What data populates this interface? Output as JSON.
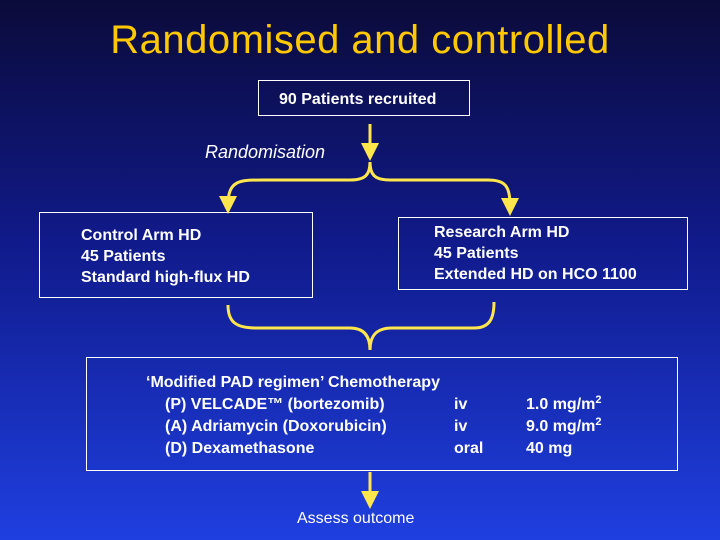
{
  "title": "Randomised and controlled",
  "recruited": "90 Patients recruited",
  "randomisation": "Randomisation",
  "control_arm": {
    "line1": "Control Arm HD",
    "line2": "45 Patients",
    "line3": "Standard high-flux HD"
  },
  "research_arm": {
    "line1": "Research Arm HD",
    "line2": "45 Patients",
    "line3": "Extended HD on HCO 1100"
  },
  "chemo": {
    "heading": "‘Modified PAD regimen’ Chemotherapy",
    "rows": [
      {
        "drug": "(P) VELCADE™ (bortezomib)",
        "route": "iv",
        "dose": "1.0 mg/m",
        "dose_sup": "2"
      },
      {
        "drug": "(A) Adriamycin (Doxorubicin)",
        "route": "iv",
        "dose": "9.0 mg/m",
        "dose_sup": "2"
      },
      {
        "drug": "(D) Dexamethasone",
        "route": "oral",
        "dose": "40 mg",
        "dose_sup": ""
      }
    ]
  },
  "assess": "Assess outcome",
  "colors": {
    "title": "#ffc800",
    "connector": "#ffe64d",
    "text": "#ffffff"
  }
}
